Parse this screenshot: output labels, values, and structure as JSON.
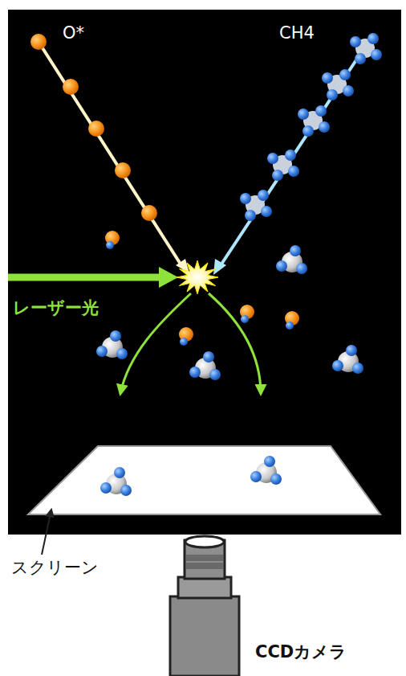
{
  "diagram": {
    "labels": [
      "O*",
      "CH4",
      "レーザー光",
      "スクリーン",
      "CCDカメラ"
    ]
  }
}
